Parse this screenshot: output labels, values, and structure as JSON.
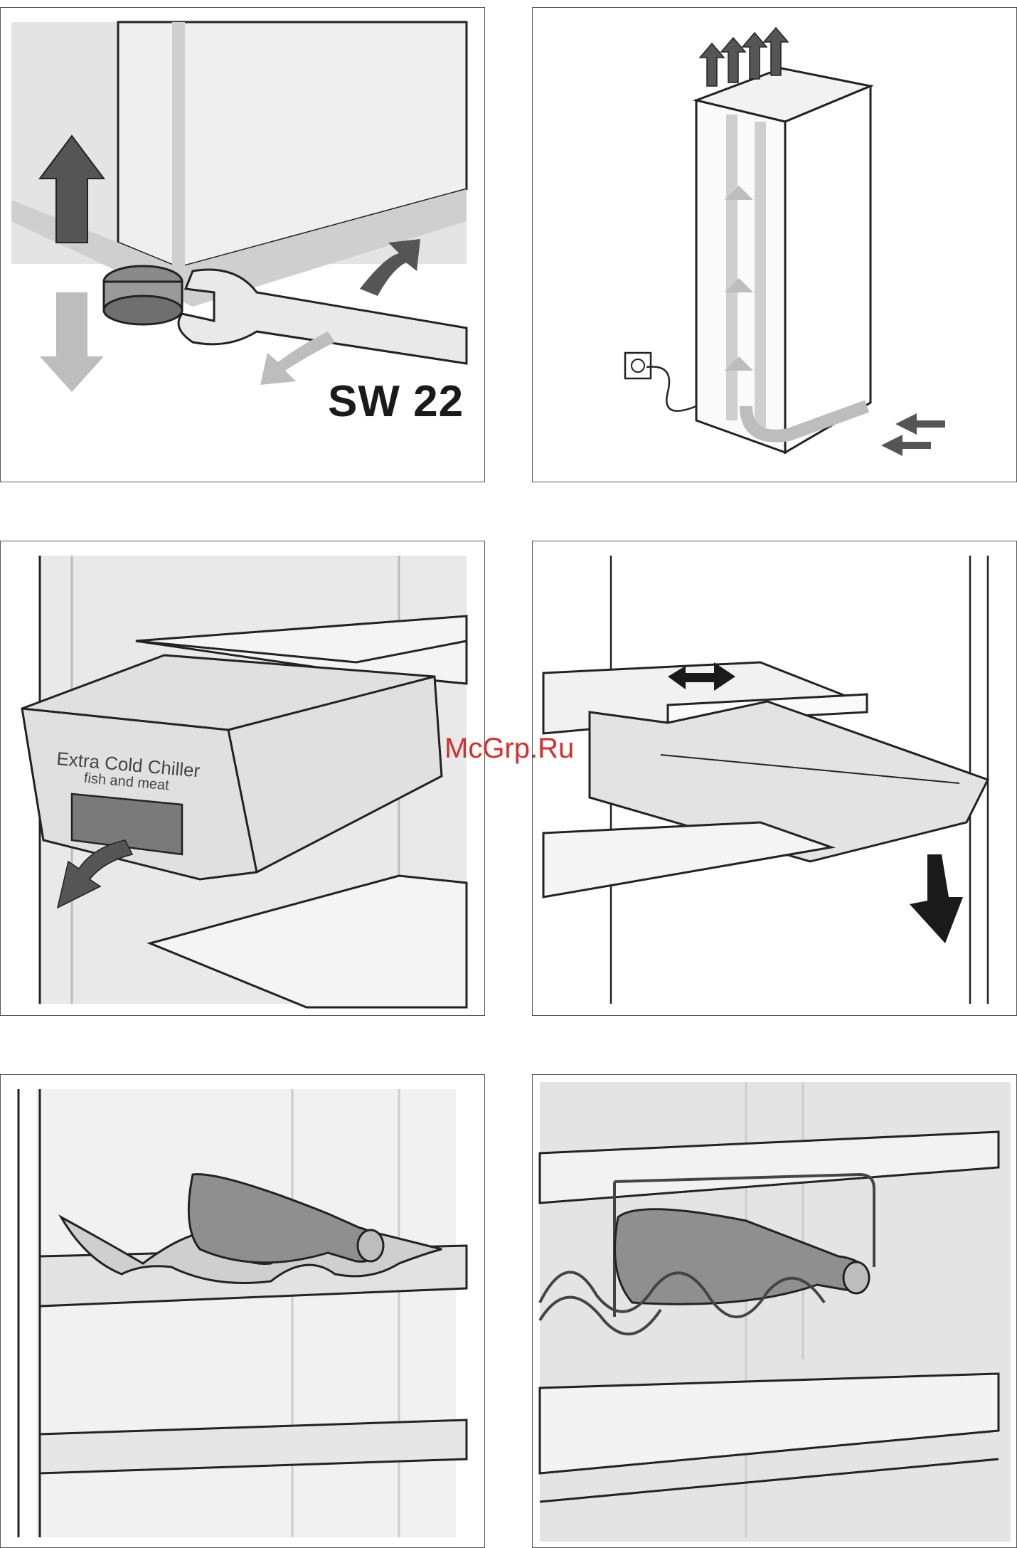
{
  "panels": {
    "p1": {
      "label": "SW 22"
    },
    "p3": {
      "title": "Extra Cold Chiller",
      "subtitle": "fish and meat"
    }
  },
  "watermark": "McGrp.Ru",
  "colors": {
    "stroke": "#222222",
    "fill_light": "#e6e6e6",
    "fill_mid": "#bdbdbd",
    "fill_dark": "#555555",
    "watermark": "#d62d2d"
  }
}
